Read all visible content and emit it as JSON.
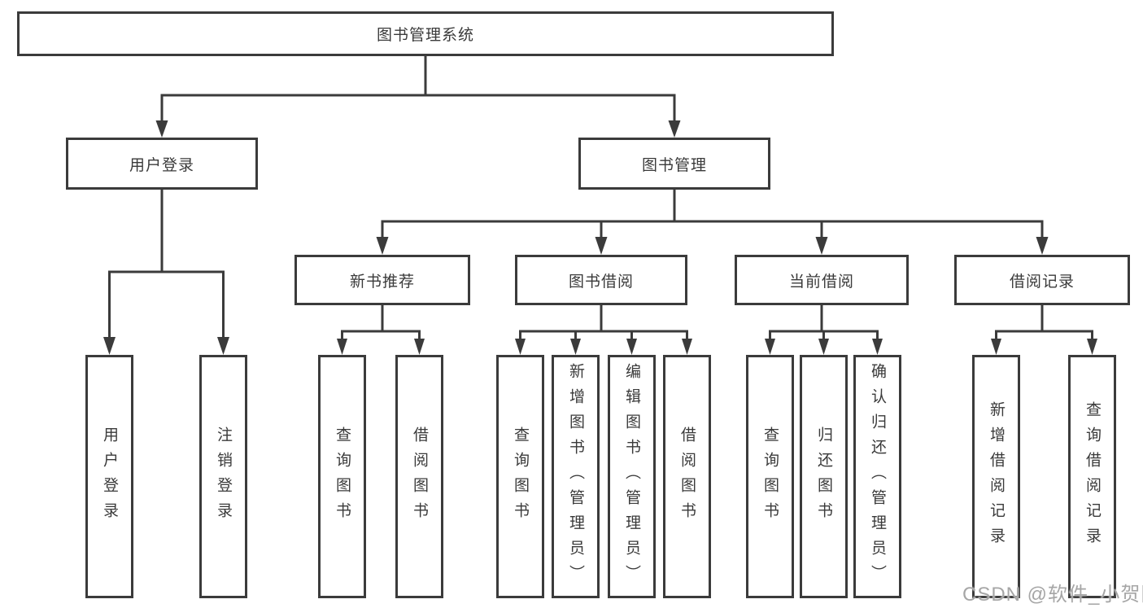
{
  "diagram": {
    "root": {
      "label": "图书管理系统"
    },
    "level2": {
      "user_login": "用户登录",
      "book_mgmt": "图书管理"
    },
    "level3": {
      "new_books": "新书推荐",
      "book_borrow": "图书借阅",
      "current_borrow": "当前借阅",
      "borrow_records": "借阅记录"
    },
    "leaves": {
      "login": [
        "用户登录",
        "注销登录"
      ],
      "new_books": [
        "查询图书",
        "借阅图书"
      ],
      "book_borrow": [
        "查询图书",
        "新增图书（管理员）",
        "编辑图书（管理员）",
        "借阅图书"
      ],
      "current_borrow": [
        "查询图书",
        "归还图书",
        "确认归还（管理员）"
      ],
      "borrow_records": [
        "新增借阅记录",
        "查询借阅记录"
      ]
    },
    "watermark": "CSDN @软件_小贺同学",
    "colors": {
      "line": "#3b3b3b",
      "text": "#3a3a3a",
      "background": "#ffffff",
      "watermark": "#a6a6a6"
    }
  }
}
